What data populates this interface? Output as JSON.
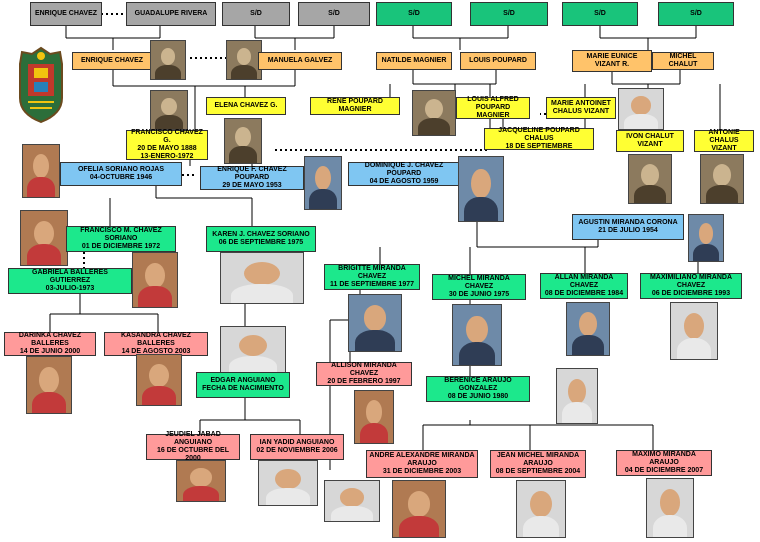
{
  "tree": {
    "great_grandparents": {
      "enrique_chavez_senior": "ENRIQUE CHAVEZ",
      "guadalupe_rivera": "GUADALUPE RIVERA",
      "sd_1": "S/D",
      "sd_2": "S/D",
      "sd_3": "S/D",
      "sd_4": "S/D",
      "sd_5": "S/D",
      "sd_6": "S/D"
    },
    "grandparents": {
      "enrique_chavez": "ENRIQUE CHAVEZ",
      "manuela_galvez": "MANUELA GALVEZ",
      "natilde_magnier": "NATILDE MAGNIER",
      "louis_poupard": "LOUIS POUPARD",
      "marie_eunice": "MARIE EUNICE VIZANT R.",
      "michel_chalut": "MICHEL CHALUT"
    },
    "parents_generation": {
      "elena": "ELENA CHAVEZ G.",
      "rene": "RENE POUPARD MAGNIER",
      "louis_alfred": "LOUIS ALFRED POUPARD MAGNIER",
      "marie_antoinet": "MARIE ANTOINET CHALUS VIZANT",
      "francisco_name": "FRANCISCO CHAVEZ G.",
      "francisco_born": "20 DE MAYO 1888",
      "francisco_died": "13-ENERO-1972",
      "jacqueline_name": "JACQUELINE POUPARD CHALUS",
      "jacqueline_date": "18 DE SEPTIEMBRE",
      "ivon_name": "IVON CHALUT VIZANT",
      "antoine_name": "ANTONIE CHALUS VIZANT"
    },
    "couples": {
      "ofelia_name": "OFELIA SORIANO ROJAS",
      "ofelia_date": "04-OCTUBRE 1946",
      "enrique_f_name": "ENRIQUE F. CHAVEZ POUPARD",
      "enrique_f_date": "29 DE MAYO 1953",
      "dominique_name": "DOMINIQUE J. CHAVEZ POUPARD",
      "dominique_date": "04 DE AGOSTO 1959",
      "agustin_name": "AGUSTIN MIRANDA CORONA",
      "agustin_date": "21 DE JULIO 1954"
    },
    "children": {
      "francisco_m_name": "FRANCISCO M. CHAVEZ SORIANO",
      "francisco_m_date": "01 DE DICIEMBRE 1972",
      "karen_name": "KAREN J. CHAVEZ SORIANO",
      "karen_date": "06 DE SEPTIEMBRE 1975",
      "gabriela_name": "GABRIELA BALLERES GUTIERREZ",
      "gabriela_date": "03-JULIO-1973",
      "brigitte_name": "BRIGITTE MIRANDA CHAVEZ",
      "brigitte_date": "11 DE SEPTIEMBRE 1977",
      "michel_name": "MICHEL MIRANDA CHAVEZ",
      "michel_date": "30 DE JUNIO 1975",
      "allan_name": "ALLAN MIRANDA CHAVEZ",
      "allan_date": "08 DE DICIEMBRE 1984",
      "maximiliano_name": "MAXIMILIANO MIRANDA CHAVEZ",
      "maximiliano_date": "06 DE DICIEMBRE 1993",
      "edgar_name": "EDGAR ANGUIANO",
      "edgar_date": "FECHA DE NACIMIENTO",
      "berenice_name": "BERENICE ARAUJO GONZALEZ",
      "berenice_date": "08 DE JUNIO 1980"
    },
    "grandchildren": {
      "darinka_name": "DARINKA CHAVEZ BALLERES",
      "darinka_date": "14 DE JUNIO 2000",
      "kasandra_name": "KASANDRA CHAVEZ BALLERES",
      "kasandra_date": "14 DE AGOSTO 2003",
      "allison_name": "ALLISON MIRANDA CHAVEZ",
      "allison_date": "20 DE FEBRERO 1997",
      "jeudiel_name": "JEUDIEL JABAD ANGUIANO",
      "jeudiel_date": "16 DE OCTUBRE DEL 2000",
      "ian_name": "IAN YADID ANGUIANO",
      "ian_date": "02 DE NOVIEMBRE 2006",
      "andre_name": "ANDRE ALEXANDRE MIRANDA ARAUJO",
      "andre_date": "31 DE DICIEMBRE 2003",
      "jean_name": "JEAN MICHEL MIRANDA ARAUJO",
      "jean_date": "08 DE SEPTIEMBRE 2004",
      "maximo_name": "MAXIMO MIRANDA ARAUJO",
      "maximo_date": "04 DE DICIEMBRE 2007"
    }
  },
  "colors": {
    "gray": "#a6a6a6",
    "teal": "#19c47b",
    "orange": "#ffc36a",
    "yellow": "#ffff33",
    "blue": "#7fc6f2",
    "green": "#1ce88c",
    "pink": "#ff9a9a",
    "line": "#000000"
  },
  "icons": [
    "coat-of-arms-icon"
  ]
}
